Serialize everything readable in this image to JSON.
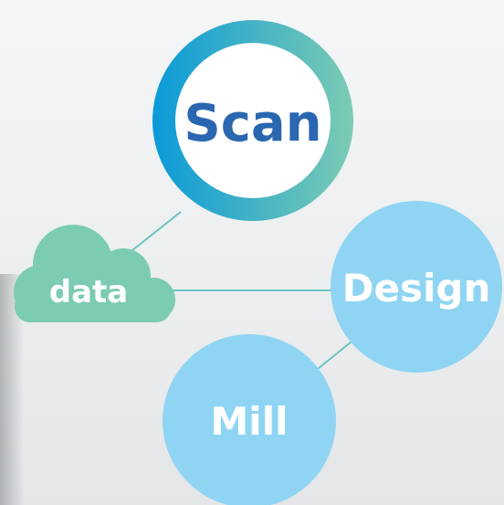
{
  "nodes": {
    "scan": {
      "label": "Scan"
    },
    "design": {
      "label": "Design"
    },
    "mill": {
      "label": "Mill"
    },
    "data": {
      "label": "data"
    }
  },
  "colors": {
    "scan_ring_start": "#0a9ad8",
    "scan_ring_end": "#7ccbb3",
    "scan_text": "#2a67b0",
    "node_fill": "#8fd5f3",
    "cloud_fill": "#7ccbb3",
    "connector": "#6cc3bf",
    "label_text": "#ffffff"
  }
}
